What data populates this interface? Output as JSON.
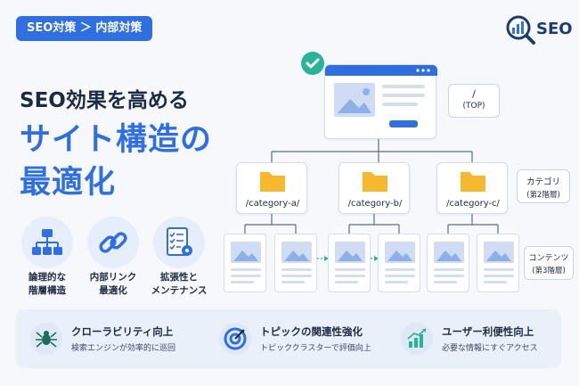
{
  "breadcrumb": "SEO対策 ＞ 内部対策",
  "logo": {
    "text": "SEO"
  },
  "title": {
    "line1": "SEO効果を高める",
    "line2": "サイト構造の",
    "line3": "最適化"
  },
  "features": [
    {
      "icon": "hierarchy-icon",
      "line1": "論理的な",
      "line2": "階層構造"
    },
    {
      "icon": "link-icon",
      "line1": "内部リンク",
      "line2": "最適化"
    },
    {
      "icon": "checklist-icon",
      "line1": "拡張性と",
      "line2": "メンテナンス"
    }
  ],
  "tree": {
    "top": {
      "label": "/",
      "sub": "(TOP)"
    },
    "categories": [
      "/category-a/",
      "/category-b/",
      "/category-c/"
    ],
    "category_callout": {
      "line1": "カテゴリ",
      "line2": "(第2階層)"
    },
    "content_callout": {
      "line1": "コンテンツ",
      "line2": "(第3階層)"
    }
  },
  "benefits": [
    {
      "icon": "spider-icon",
      "title": "クローラビリティ向上",
      "sub": "検索エンジンが効率的に巡回"
    },
    {
      "icon": "target-icon",
      "title": "トピックの関連性強化",
      "sub": "トピッククラスターで評価向上"
    },
    {
      "icon": "growth-chart-icon",
      "title": "ユーザー利便性向上",
      "sub": "必要な情報にすぐアクセス"
    }
  ],
  "colors": {
    "primary": "#2f6fe0",
    "dark": "#1d2a44",
    "accent_green": "#2bb39a",
    "folder": "#f5b82e"
  }
}
